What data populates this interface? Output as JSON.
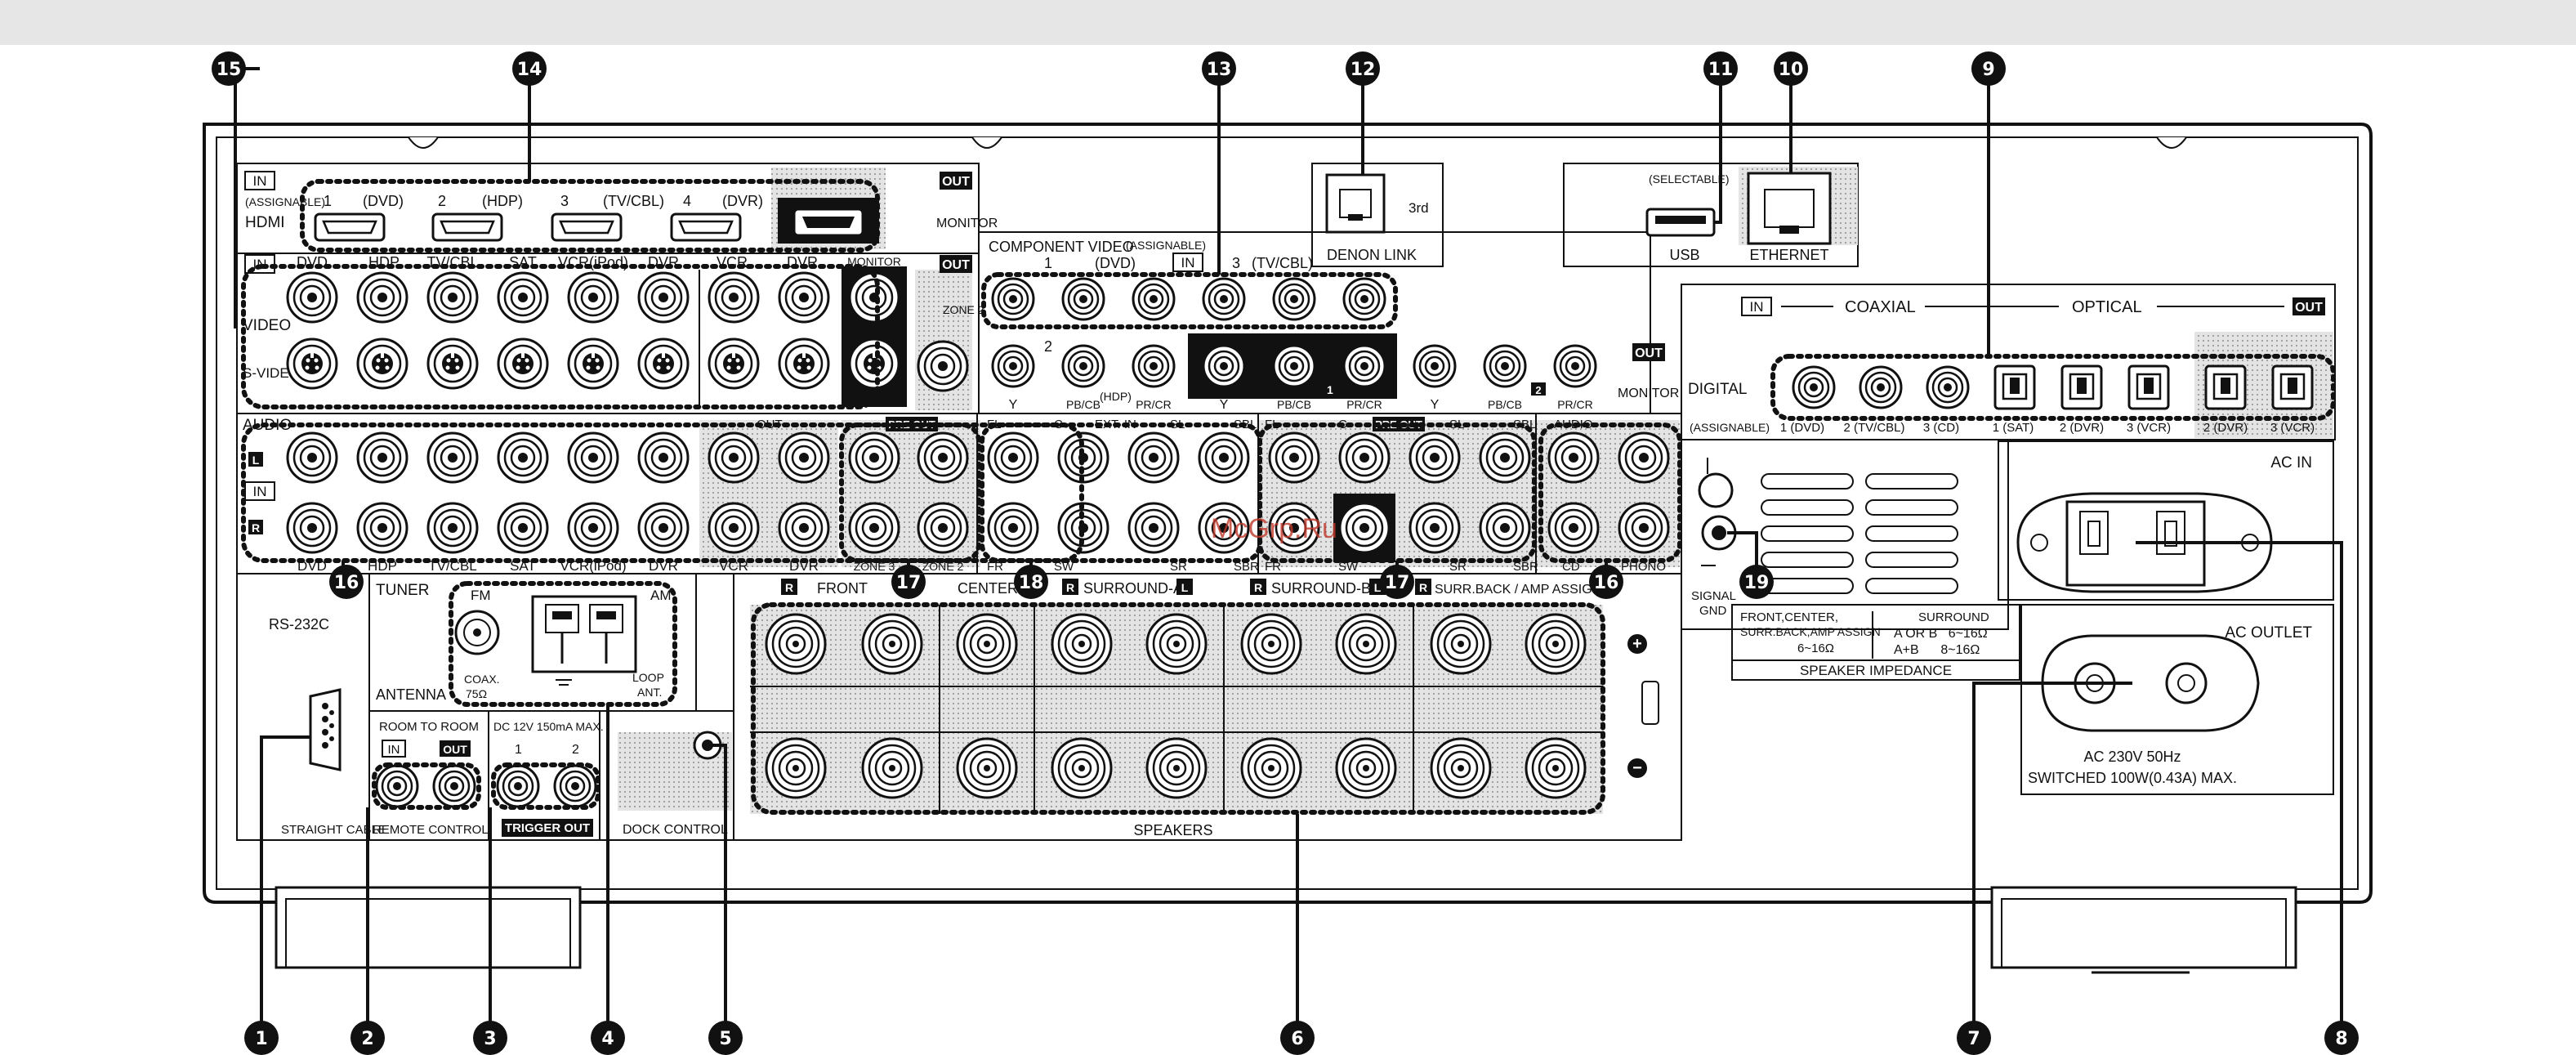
{
  "watermark": "McGrp.Ru",
  "callouts": [
    "1",
    "2",
    "3",
    "4",
    "5",
    "6",
    "7",
    "8",
    "9",
    "10",
    "11",
    "12",
    "13",
    "14",
    "15",
    "16",
    "16",
    "16",
    "17",
    "17",
    "18",
    "19"
  ],
  "hdmi": {
    "in_badge": "IN",
    "assignable": "(ASSIGNABLE)",
    "label": "HDMI",
    "ports": [
      "1",
      "(DVD)",
      "2",
      "(HDP)",
      "3",
      "(TV/CBL)",
      "4",
      "(DVR)"
    ],
    "out_badge": "OUT",
    "monitor": "MONITOR"
  },
  "video": {
    "in_badge": "IN",
    "columns": [
      "DVD",
      "HDP",
      "TV/CBL",
      "SAT",
      "VCR(iPod)",
      "DVR",
      "VCR",
      "DVR",
      "MONITOR"
    ],
    "out_badge": "OUT",
    "video_label": "VIDEO",
    "svideo_label": "S-VIDEO",
    "zone2": "ZONE 2"
  },
  "component": {
    "title": "COMPONENT VIDEO",
    "assignable": "(ASSIGNABLE)",
    "in1": "1",
    "in1_dvd": "(DVD)",
    "in_badge": "IN",
    "in3": "3",
    "in3_tv": "(TV/CBL)",
    "in2": "2",
    "in2_hdp": "(HDP)",
    "y": "Y",
    "pb": "PB/CB",
    "pr": "PR/CR",
    "out1": "1",
    "out2": "2",
    "out_badge": "OUT",
    "monitor": "MONITOR"
  },
  "network": {
    "denon_link": "DENON LINK",
    "third": "3rd",
    "selectable": "(SELECTABLE)",
    "usb": "USB",
    "ethernet": "ETHERNET"
  },
  "audio": {
    "label": "AUDIO",
    "l": "L",
    "r": "R",
    "in_badge": "IN",
    "out": "OUT",
    "pre_out": "PRE OUT",
    "columns": [
      "DVD",
      "HDP",
      "TV/CBL",
      "SAT",
      "VCR(iPod)",
      "DVR",
      "VCR",
      "DVR",
      "ZONE 3",
      "ZONE 2"
    ],
    "ext_in": [
      "FL",
      "C",
      "EXT. IN",
      "SL",
      "SBL",
      "FR",
      "SW",
      "SR",
      "SBR"
    ],
    "pre_out_labels": [
      "FL",
      "C",
      "SL",
      "SBL",
      "FR",
      "SW",
      "SR",
      "SBR"
    ],
    "phono_cd": [
      "CD",
      "PHONO"
    ],
    "audio_small": "AUDIO"
  },
  "digital": {
    "in_badge": "IN",
    "coaxial": "COAXIAL",
    "optical": "OPTICAL",
    "out_badge": "OUT",
    "label": "DIGITAL",
    "assignable": "(ASSIGNABLE)",
    "ports": [
      "1 (DVD)",
      "2 (TV/CBL)",
      "3 (CD)",
      "1 (SAT)",
      "2 (DVR)",
      "3 (VCR)",
      "2 (DVR)",
      "3 (VCR)"
    ]
  },
  "bottom_left": {
    "rs232": "RS-232C",
    "straight": "STRAIGHT CABLE",
    "tuner": "TUNER",
    "fm": "FM",
    "am": "AM",
    "antenna": "ANTENNA",
    "coax": "COAX.",
    "ohm75": "75Ω",
    "loop": "LOOP",
    "ant": "ANT.",
    "room_to_room": "ROOM TO ROOM",
    "in": "IN",
    "out": "OUT",
    "remote_control": "REMOTE CONTROL",
    "dc": "DC 12V 150mA MAX.",
    "t1": "1",
    "t2": "2",
    "trigger_out": "TRIGGER OUT",
    "dock": "DOCK CONTROL"
  },
  "speakers": {
    "front": "FRONT",
    "center": "CENTER",
    "surround_a": "SURROUND-A",
    "surround_b": "SURROUND-B",
    "surr_back": "SURR.BACK / AMP ASSIGN",
    "r": "R",
    "l": "L",
    "label": "SPEAKERS",
    "plus": "+",
    "minus": "−"
  },
  "impedance": {
    "col1": "FRONT,CENTER,",
    "col1b": "SURR.BACK,AMP ASSIGN",
    "col1c": "6~16Ω",
    "col2": "SURROUND",
    "col2b": "A OR B   6~16Ω",
    "col2c": "A+B      8~16Ω",
    "title": "SPEAKER IMPEDANCE"
  },
  "power": {
    "signal_gnd": "SIGNAL",
    "gnd": "GND",
    "ac_in": "AC IN",
    "ac_outlet": "AC OUTLET",
    "rating1": "AC 230V    50Hz",
    "rating2": "SWITCHED 100W(0.43A) MAX."
  }
}
